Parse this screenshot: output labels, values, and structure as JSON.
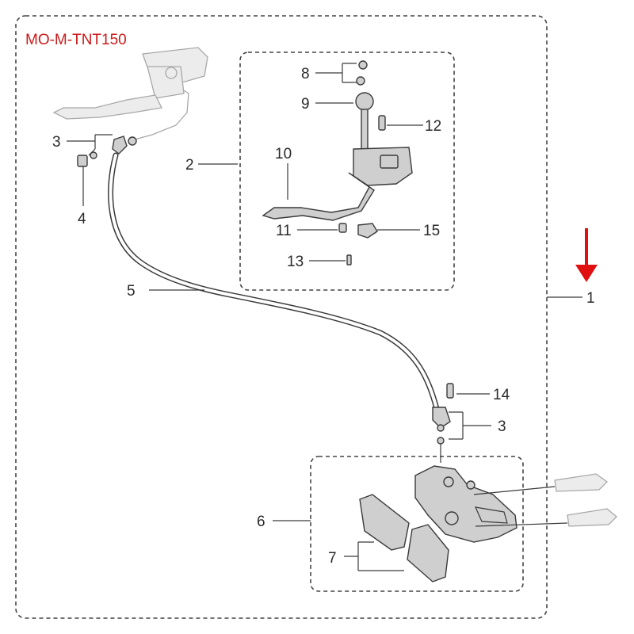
{
  "model_code": "MO-M-TNT150",
  "model_code_color": "#cc1a1a",
  "arrow_color": "#e01010",
  "callouts": {
    "c1": "1",
    "c2": "2",
    "c3a": "3",
    "c3b": "3",
    "c4": "4",
    "c5": "5",
    "c6": "6",
    "c7": "7",
    "c8": "8",
    "c9": "9",
    "c10": "10",
    "c11": "11",
    "c12": "12",
    "c13": "13",
    "c14": "14",
    "c15": "15"
  },
  "icons": {
    "indicator": "down-arrow-icon"
  }
}
